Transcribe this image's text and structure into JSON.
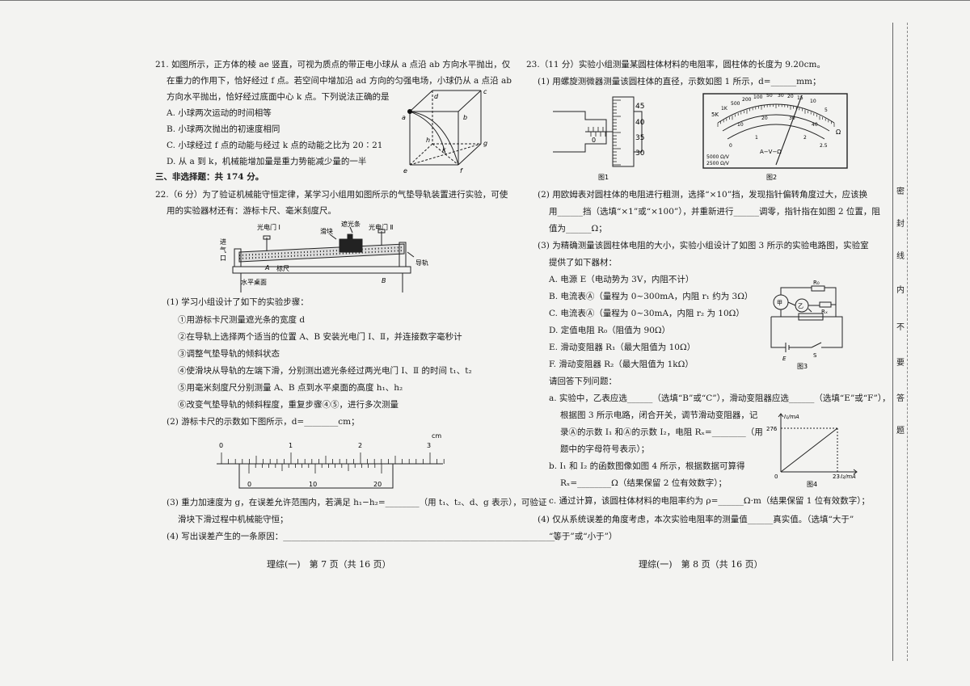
{
  "left": {
    "q21": {
      "stem": [
        "21. 如图所示，正方体的棱 ae 竖直，可视为质点的带正电小球从 a 点沿 ab 方向水平抛出，仅",
        "在重力的作用下，恰好经过 f 点。若空间中增加沿 ad 方向的匀强电场，小球仍从 a 点沿 ab",
        "方向水平抛出，恰好经过底面中心 k 点。下列说法正确的是"
      ],
      "options": [
        "A. 小球两次运动的时间相等",
        "B. 小球两次抛出的初速度相同",
        "C. 小球经过 f 点的动能与经过 k 点的动能之比为 20∶21",
        "D. 从 a 到 k，机械能增加量是重力势能减少量的一半"
      ],
      "cube_labels": [
        "d",
        "c",
        "a",
        "b",
        "h",
        "g",
        "k",
        "e",
        "f"
      ]
    },
    "section3": "三、非选择题：共 174 分。",
    "q22": {
      "stem": [
        "22.（6 分）为了验证机械能守恒定律，某学习小组用如图所示的气垫导轨装置进行实验，可使",
        "用的实验器材还有：游标卡尺、毫米刻度尺。"
      ],
      "fig_labels": {
        "gate1": "光电门 Ⅰ",
        "gate2": "光电门 Ⅱ",
        "shade": "遮光条",
        "slider": "滑块",
        "inlet": [
          "进",
          "气",
          "口"
        ],
        "rail": "导轨",
        "a": "A",
        "ruler": "标尺",
        "b": "B",
        "table": "水平桌面"
      },
      "p1": "(1) 学习小组设计了如下的实验步骤：",
      "steps": [
        "①用游标卡尺测量遮光条的宽度 d",
        "②在导轨上选择两个适当的位置 A、B 安装光电门 Ⅰ、Ⅱ，并连接数字毫秒计",
        "③调整气垫导轨的倾斜状态",
        "④使滑块从导轨的左端下滑，分别测出遮光条经过两光电门 Ⅰ、Ⅱ 的时间 t₁、t₂",
        "⑤用毫米刻度尺分别测量 A、B 点到水平桌面的高度 h₁、h₂",
        "⑥改变气垫导轨的倾斜程度，重复步骤④⑤，进行多次测量"
      ],
      "p2": "(2) 游标卡尺的示数如下图所示，d=________cm；",
      "caliper": {
        "unit": "cm",
        "main": [
          "0",
          "1",
          "2",
          "3"
        ],
        "vernier": [
          "0",
          "10",
          "20"
        ]
      },
      "p3a": "(3) 重力加速度为 g，在误差允许范围内，若满足 h₁−h₂=________（用 t₁、t₂、d、g 表示），可验证",
      "p3b": "滑块下滑过程中机械能守恒；",
      "p4": "(4) 写出误差产生的一条原因：________________________________________________________________。"
    },
    "footer": "理综(一)　第 7 页（共 16 页）"
  },
  "right": {
    "q23": {
      "stem": "23.（11 分）实验小组测量某圆柱体材料的电阻率，圆柱体的长度为 9.20cm。",
      "p1": "(1) 用螺旋测微器测量该圆柱体的直径，示数如图 1 所示，d=______mm；",
      "fig1": {
        "thimble": [
          "45",
          "40",
          "35",
          "30"
        ],
        "sleeve": "0",
        "caption": "图1"
      },
      "fig2": {
        "top": [
          "5K",
          "1K",
          "500",
          "200",
          "100",
          "50",
          "30",
          "20",
          "15",
          "10",
          "5"
        ],
        "mid": [
          "10",
          "20",
          "30",
          "40"
        ],
        "low": [
          "0",
          "1",
          "2",
          "2.5"
        ],
        "omega": "Ω",
        "center": "A−V−Ω",
        "ratings": [
          "5000 Ω/V",
          "2500 Ω/V"
        ],
        "caption": "图2"
      },
      "p2a": "(2) 用欧姆表对圆柱体的电阻进行粗测，选择“×10”挡，发现指针偏转角度过大，应该换",
      "p2b": "用______挡（选填“×1”或“×100”），并重新进行______调零，指针指在如图 2 位置，阻",
      "p2c": "值为______Ω；",
      "p3a": "(3) 为精确测量该圆柱体电阻的大小，实验小组设计了如图 3 所示的实验电路图，实验室",
      "p3b": "提供了如下器材：",
      "equipment": [
        "A. 电源 E（电动势为 3V，内阻不计）",
        "B. 电流表Ⓐ（量程为 0~300mA，内阻 r₁ 约为 3Ω）",
        "C. 电流表Ⓐ（量程为 0~30mA，内阻 r₂ 为 10Ω）",
        "D. 定值电阻 R₀（阻值为 90Ω）",
        "E. 滑动变阻器 R₁（最大阻值为 10Ω）",
        "F. 滑动变阻器 R₂（最大阻值为 1kΩ）"
      ],
      "fig3": {
        "labels": [
          "R₀",
          "甲",
          "乙",
          "Rₓ",
          "E",
          "S"
        ],
        "caption": "图3"
      },
      "answer_intro": "请回答下列问题：",
      "a_lines": [
        "a. 实验中，乙表应选______（选填“B”或“C”），滑动变阻器应选______（选填“E”或“F”），",
        "根据图 3 所示电路，闭合开关，调节滑动变阻器，记",
        "录Ⓐ的示数 I₁ 和Ⓐ的示数 I₂，电阻 Rₓ=________（用",
        "题中的字母符号表示）；"
      ],
      "b_lines": [
        "b. I₁ 和 I₂ 的函数图像如图 4 所示，根据数据可算得",
        "Rₓ=________Ω（结果保留 2 位有效数字）；"
      ],
      "fig4": {
        "ylabel": "I₁/mA",
        "xlabel": "I₂/mA",
        "y276": "276",
        "x23": "23",
        "origin": "0",
        "caption": "图4"
      },
      "c_line": "c. 通过计算，该圆柱体材料的电阻率约为 ρ=______Ω·m（结果保留 1 位有效数字）；",
      "p4a": "(4) 仅从系统误差的角度考虑，本次实验电阻率的测量值______真实值。（选填“大于”",
      "p4b": "“等于”或“小于”）"
    },
    "footer": "理综(一)　第 8 页（共 16 页）"
  },
  "binding": [
    "密",
    "封",
    "线",
    "内",
    "不",
    "要",
    "答",
    "题"
  ]
}
